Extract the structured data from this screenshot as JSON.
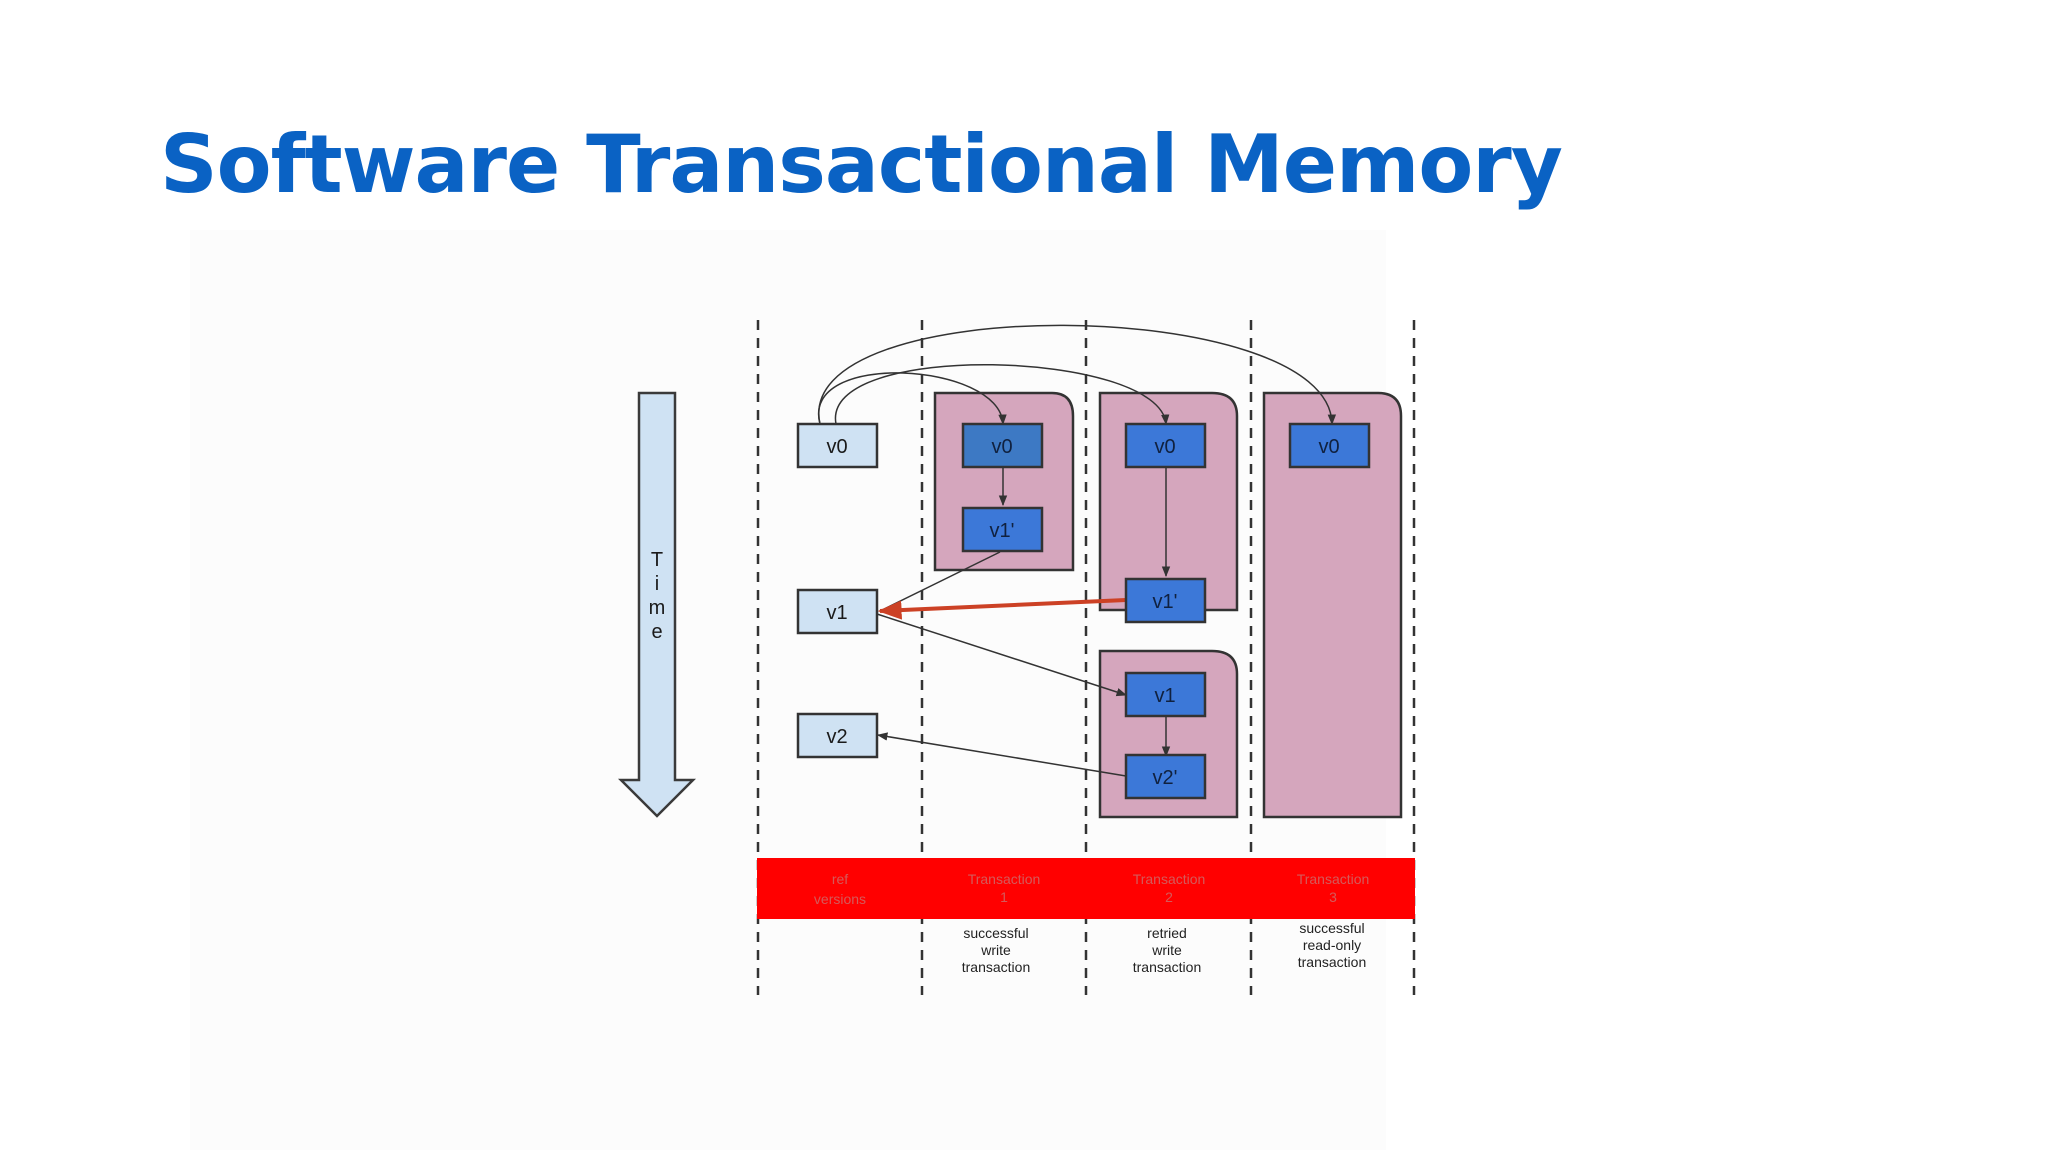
{
  "slide": {
    "title": "Software Transactional Memory"
  },
  "diagram": {
    "time_axis": {
      "label_letters": [
        "T",
        "i",
        "m",
        "e"
      ]
    },
    "ref_versions": [
      "v0",
      "v1",
      "v2"
    ],
    "transactions": [
      {
        "versions": [
          "v0",
          "v1'"
        ],
        "band_label": [
          "Transaction",
          "1"
        ],
        "note": [
          "successful",
          "write",
          "transaction"
        ]
      },
      {
        "versions": [
          "v0",
          "v1'",
          "v1",
          "v2'"
        ],
        "band_label": [
          "Transaction",
          "2"
        ],
        "note": [
          "retried",
          "write",
          "transaction"
        ]
      },
      {
        "versions": [
          "v0"
        ],
        "band_label": [
          "Transaction",
          "3"
        ],
        "note": [
          "successful",
          "read-only",
          "transaction"
        ]
      }
    ],
    "ref_band_label": [
      "ref",
      "versions"
    ],
    "colors": {
      "title": "#0a62c4",
      "ref_box_fill": "#cfe2f3",
      "txn_box_fill": "#3c78d8",
      "txn_region_fill": "#d5a6bd",
      "band_fill": "#ff0000",
      "conflict_arrow": "#cc4125",
      "time_arrow_fill": "#cfe2f3"
    }
  }
}
